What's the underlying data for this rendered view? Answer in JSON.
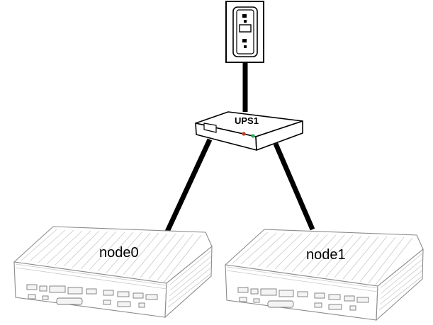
{
  "diagram": {
    "outlet": {
      "icon": "power-outlet-icon"
    },
    "ups": {
      "label": "UPS1",
      "led_colors": [
        "#c0392b",
        "#27ae60"
      ]
    },
    "nodes": [
      {
        "label": "node0",
        "icon": "mini-pc-icon"
      },
      {
        "label": "node1",
        "icon": "mini-pc-icon"
      }
    ],
    "connections": [
      {
        "from": "outlet",
        "to": "UPS1"
      },
      {
        "from": "UPS1",
        "to": "node0"
      },
      {
        "from": "UPS1",
        "to": "node1"
      }
    ]
  }
}
